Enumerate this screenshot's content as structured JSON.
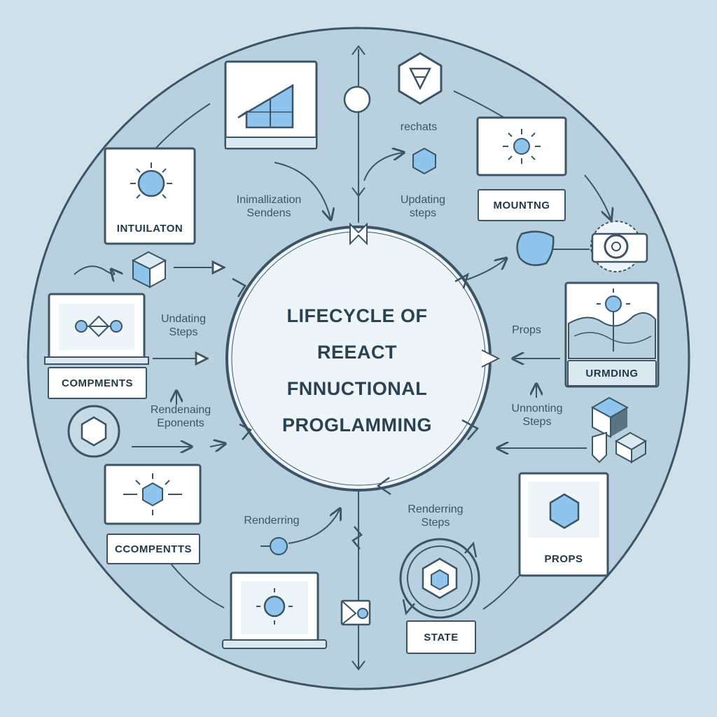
{
  "center_title": [
    "LIFECYCLE OF",
    "REEACT",
    "FNNUCTIONAL",
    "PROGLAMMING"
  ],
  "labels": {
    "init_sendens": [
      "Inimallization",
      "Sendens"
    ],
    "recheats": "rechats",
    "updating_steps_top": [
      "Updating",
      "steps"
    ],
    "updating_steps_left": [
      "Undating",
      "Steps"
    ],
    "rendering_eponents": [
      "Rendenaing",
      "Eponents"
    ],
    "rendering": "Renderring",
    "rendering_steps": [
      "Renderring",
      "Steps"
    ],
    "props_right": "Props",
    "unmounting_steps": [
      "Unnonting",
      "Steps"
    ]
  },
  "tags": {
    "intuilaton": "INTUILATON",
    "mounting": "MOUNTNG",
    "compments_left": "COMPMENTS",
    "umding": "URMDING",
    "compments_bottom": "CCOMPENTTS",
    "props_card": "PROPS",
    "state": "STATE"
  },
  "colors": {
    "background": "#cfe0ea",
    "outer_circle": "#b9d0de",
    "inner_circle": "#eef5f9",
    "line": "#3b5566",
    "accent": "#8fc4ec",
    "panel": "#ffffff"
  }
}
